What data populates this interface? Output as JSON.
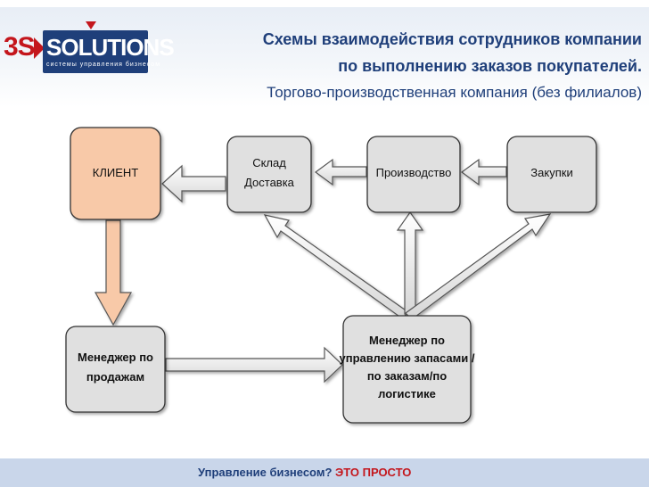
{
  "logo": {
    "prefix": "3S",
    "word": "SOLUTIONS",
    "tagline": "системы управления бизнесом"
  },
  "header": {
    "title_line1": "Схемы взаимодействия сотрудников компании",
    "title_line2": "по выполнению заказов покупателей.",
    "subtitle": "Торгово-производственная компания (без филиалов)"
  },
  "nodes": {
    "client": "КЛИЕНТ",
    "warehouse_line1": "Склад",
    "warehouse_line2": "Доставка",
    "production": "Производство",
    "purchasing": "Закупки",
    "sales_manager_line1": "Менеджер по",
    "sales_manager_line2": "продажам",
    "inventory_manager_line1": "Менеджер по",
    "inventory_manager_line2": "управлению запасами /",
    "inventory_manager_line3": "по заказам/по",
    "inventory_manager_line4": "логистике"
  },
  "footer": {
    "question": "Управление бизнесом?",
    "answer": "ЭТО ПРОСТО"
  },
  "colors": {
    "brand_blue": "#1f3f7a",
    "brand_red": "#c4161c",
    "client_fill": "#f8c9a8",
    "box_fill": "#e0e0e0",
    "footer_band": "#c9d6ea"
  }
}
